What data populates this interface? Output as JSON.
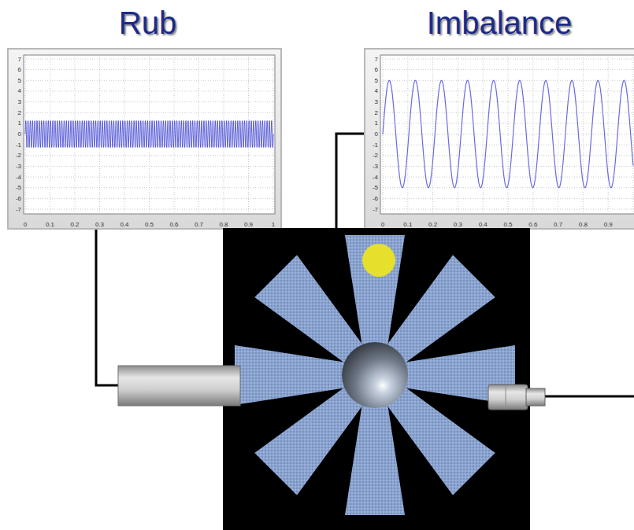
{
  "diagram": {
    "nodes": [
      {
        "text": [
          "Rub"
        ]
      },
      {
        "text": [
          "Imbalance"
        ]
      }
    ],
    "labels": [
      "7",
      "6",
      "5",
      "4",
      "3",
      "2",
      "1",
      "0",
      "-1",
      "-2",
      "-3",
      "-4",
      "-5",
      "-6",
      "-7",
      "0",
      "0.1",
      "0.2",
      "0.3",
      "0.4",
      "0.5",
      "0.6",
      "0.7",
      "0.8",
      "0.9",
      "1",
      "7",
      "6",
      "5",
      "4",
      "3",
      "2",
      "1",
      "0",
      "-1",
      "-2",
      "-3",
      "-4",
      "-5",
      "-6",
      "-7",
      "0",
      "0.1",
      "0.2",
      "0.3",
      "0.4",
      "0.5",
      "0.6",
      "0.7",
      "0.8",
      "0.9"
    ]
  }
}
